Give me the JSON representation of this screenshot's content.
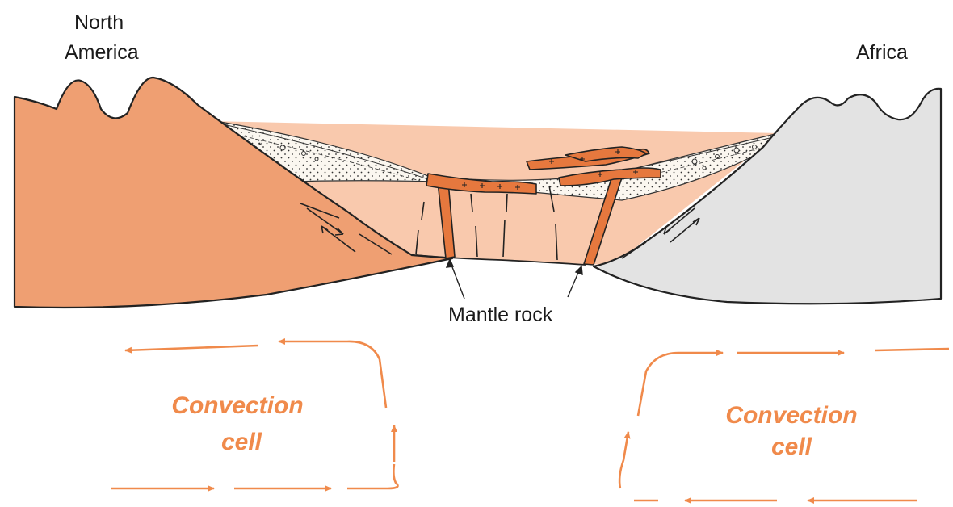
{
  "labels": {
    "north_america_line1": "North",
    "north_america_line2": "America",
    "africa": "Africa",
    "mantle_rock": "Mantle rock",
    "left_cell_line1": "Convection",
    "left_cell_line2": "cell",
    "right_cell_line1": "Convection",
    "right_cell_line2": "cell"
  },
  "colors": {
    "north_america": "#ef9f72",
    "africa": "#e3e3e3",
    "mantle": "#f9c9ad",
    "sediment": "#f4eee4",
    "magma": "#e6783e",
    "arrow": "#f08a4b",
    "outline": "#222222"
  }
}
